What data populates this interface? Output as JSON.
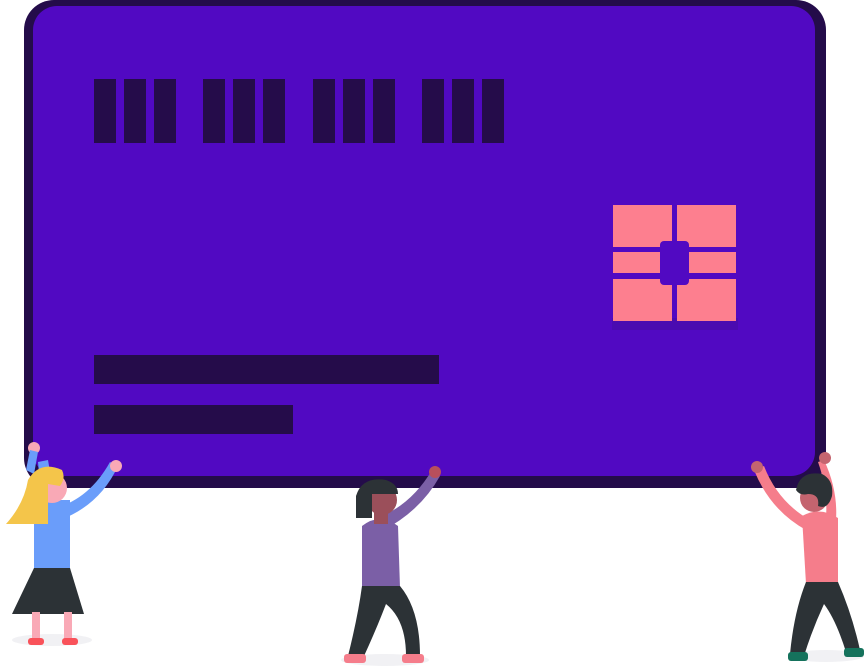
{
  "illustration": {
    "subject": "people-carrying-credit-card",
    "colors": {
      "card_border": "#240c4a",
      "card_face": "#5109c2",
      "card_marks": "#250c4a",
      "chip": "#fd7f8f",
      "chip_center": "#5109c2",
      "skin": "#f9a9b6",
      "hair_dark": "#2c3236",
      "hair_blond": "#f4c54a",
      "shirt_blue": "#6a9dfa",
      "shirt_purple": "#7b5fa6",
      "shirt_pink": "#f57d8b",
      "pants_dark": "#2c3236",
      "shoe_pink": "#f57d8b",
      "shoe_teal": "#15725c",
      "shoe_red": "#f9525a"
    },
    "card": {
      "number_groups": 4,
      "marks_per_group": 3,
      "text_lines": 2
    },
    "people": [
      {
        "name": "person-left-blue-shirt"
      },
      {
        "name": "person-center-purple-shirt"
      },
      {
        "name": "person-right-pink-shirt"
      }
    ]
  }
}
